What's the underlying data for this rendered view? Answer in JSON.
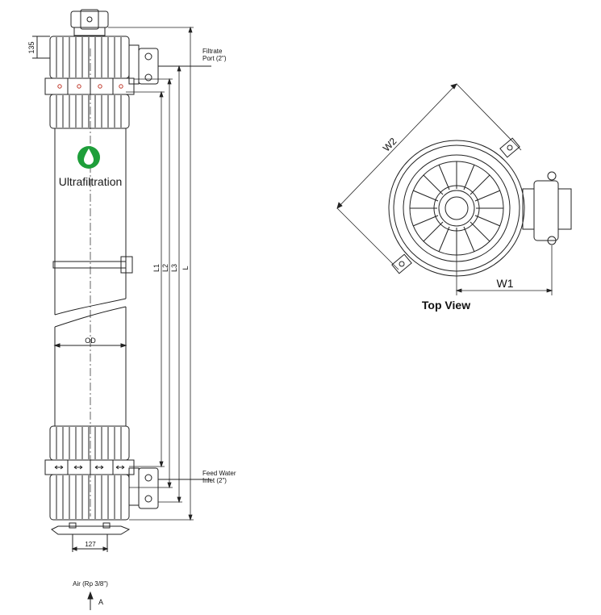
{
  "brand": {
    "name": "Ultrafiltration",
    "logo_color": "#1e9e3a"
  },
  "labels": {
    "top_dim": "135",
    "filtrate_line1": "Filtrate",
    "filtrate_line2": "Port (2\")",
    "feed_line1": "Feed Water",
    "feed_line2": "Inlet (2\")",
    "od": "OD",
    "l1": "L1",
    "l2": "L2",
    "l3": "L3",
    "l": "L",
    "base_dim": "127",
    "air_inlet": "Air (Rp 3/8\")",
    "view_arrow": "A",
    "w1": "W1",
    "w2": "W2",
    "top_view": "Top View"
  },
  "colors": {
    "line": "#222222",
    "accent_dots": "#c0392b"
  }
}
